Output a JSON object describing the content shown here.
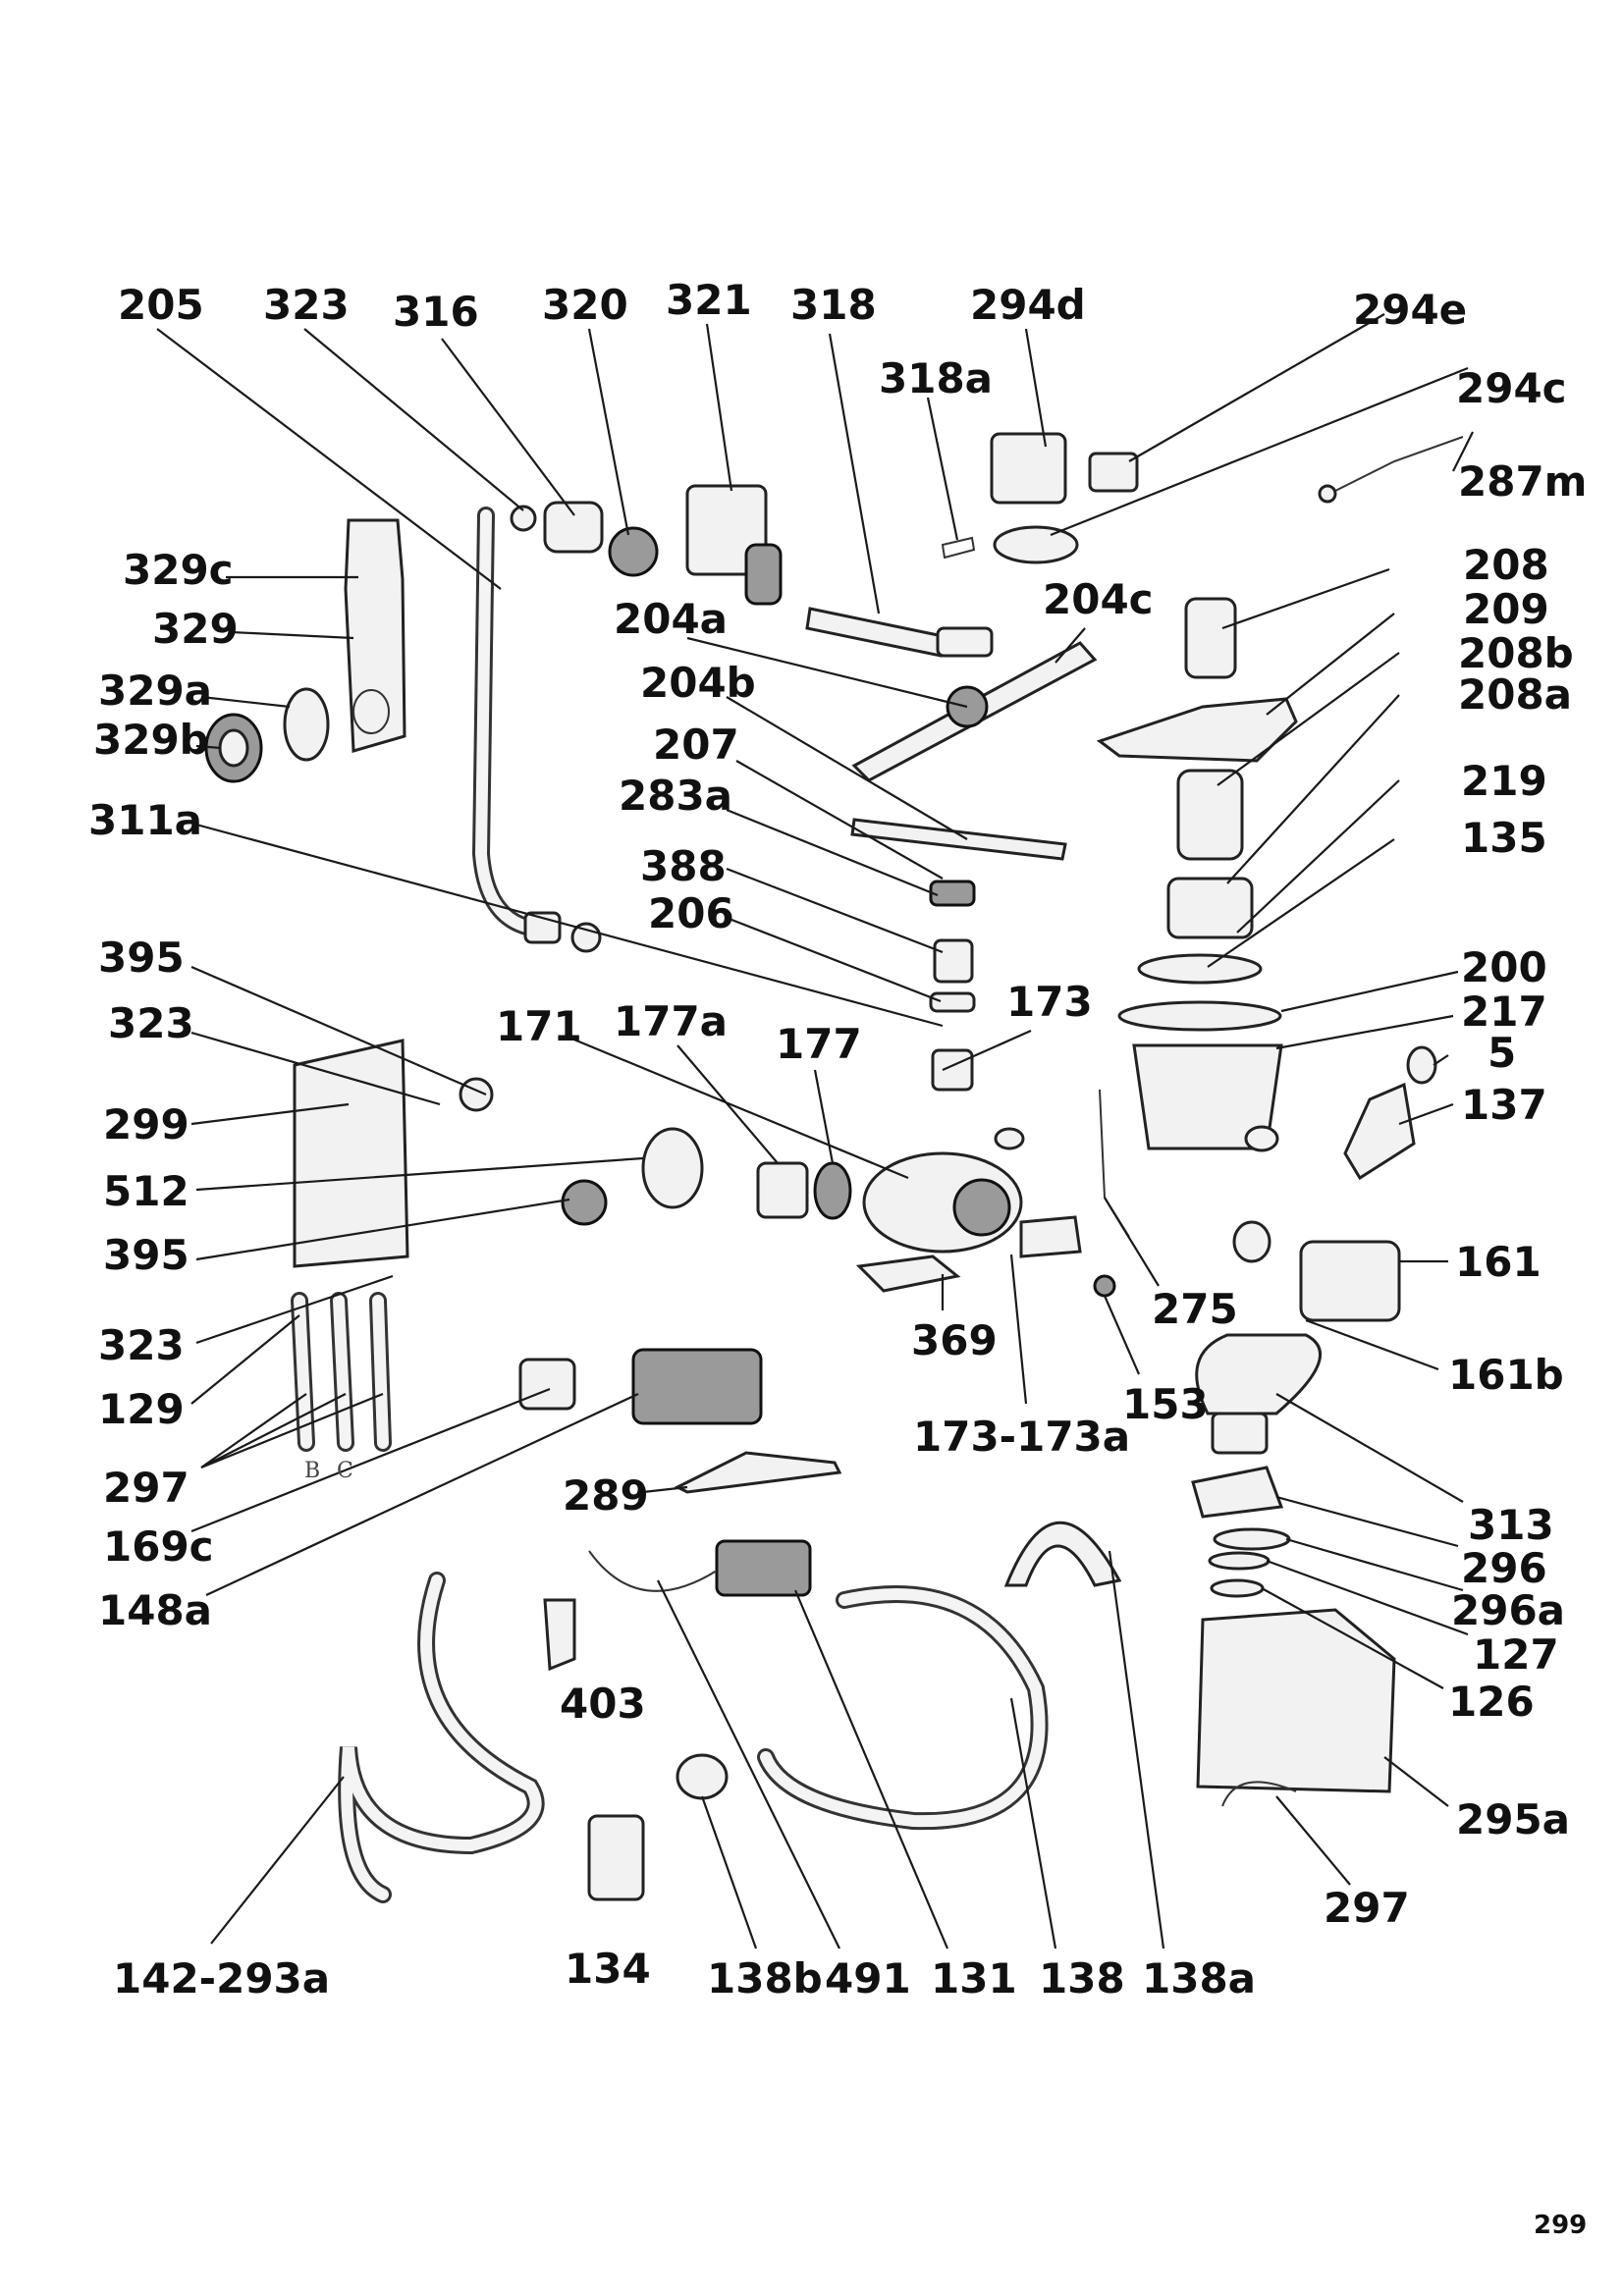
{
  "labels": {
    "l205": "205",
    "l323a": "323",
    "l316": "316",
    "l320": "320",
    "l321": "321",
    "l318": "318",
    "l294d": "294d",
    "l294e": "294e",
    "l318a": "318a",
    "l294c": "294c",
    "l287m": "287m",
    "l329c": "329c",
    "l329": "329",
    "l329a": "329a",
    "l329b": "329b",
    "l204a": "204a",
    "l204c": "204c",
    "l208": "208",
    "l209": "209",
    "l208b": "208b",
    "l208a": "208a",
    "l204b": "204b",
    "l207": "207",
    "l283a": "283a",
    "l311a": "311a",
    "l219": "219",
    "l135": "135",
    "l388": "388",
    "l206": "206",
    "l395a": "395",
    "l200": "200",
    "l217": "217",
    "l323b": "323",
    "l171": "171",
    "l177a": "177a",
    "l173": "173",
    "l177": "177",
    "l5": "5",
    "l137": "137",
    "l299": "299",
    "l512": "512",
    "l395b": "395",
    "l161": "161",
    "l275": "275",
    "l369": "369",
    "l323c": "323",
    "l161b": "161b",
    "l153": "153",
    "l129": "129",
    "l173173a": "173-173a",
    "l297a": "297",
    "l289": "289",
    "l313": "313",
    "l296": "296",
    "l169c": "169c",
    "l296a": "296a",
    "l127": "127",
    "l148a": "148a",
    "l403": "403",
    "l126": "126",
    "l295a": "295a",
    "l297b": "297",
    "l134": "134",
    "l142293a": "142-293a",
    "l138b": "138b",
    "l491": "491",
    "l131": "131",
    "l138": "138",
    "l138a": "138a"
  },
  "hose_letters": {
    "b": "B",
    "c": "C"
  },
  "page_number": "299"
}
